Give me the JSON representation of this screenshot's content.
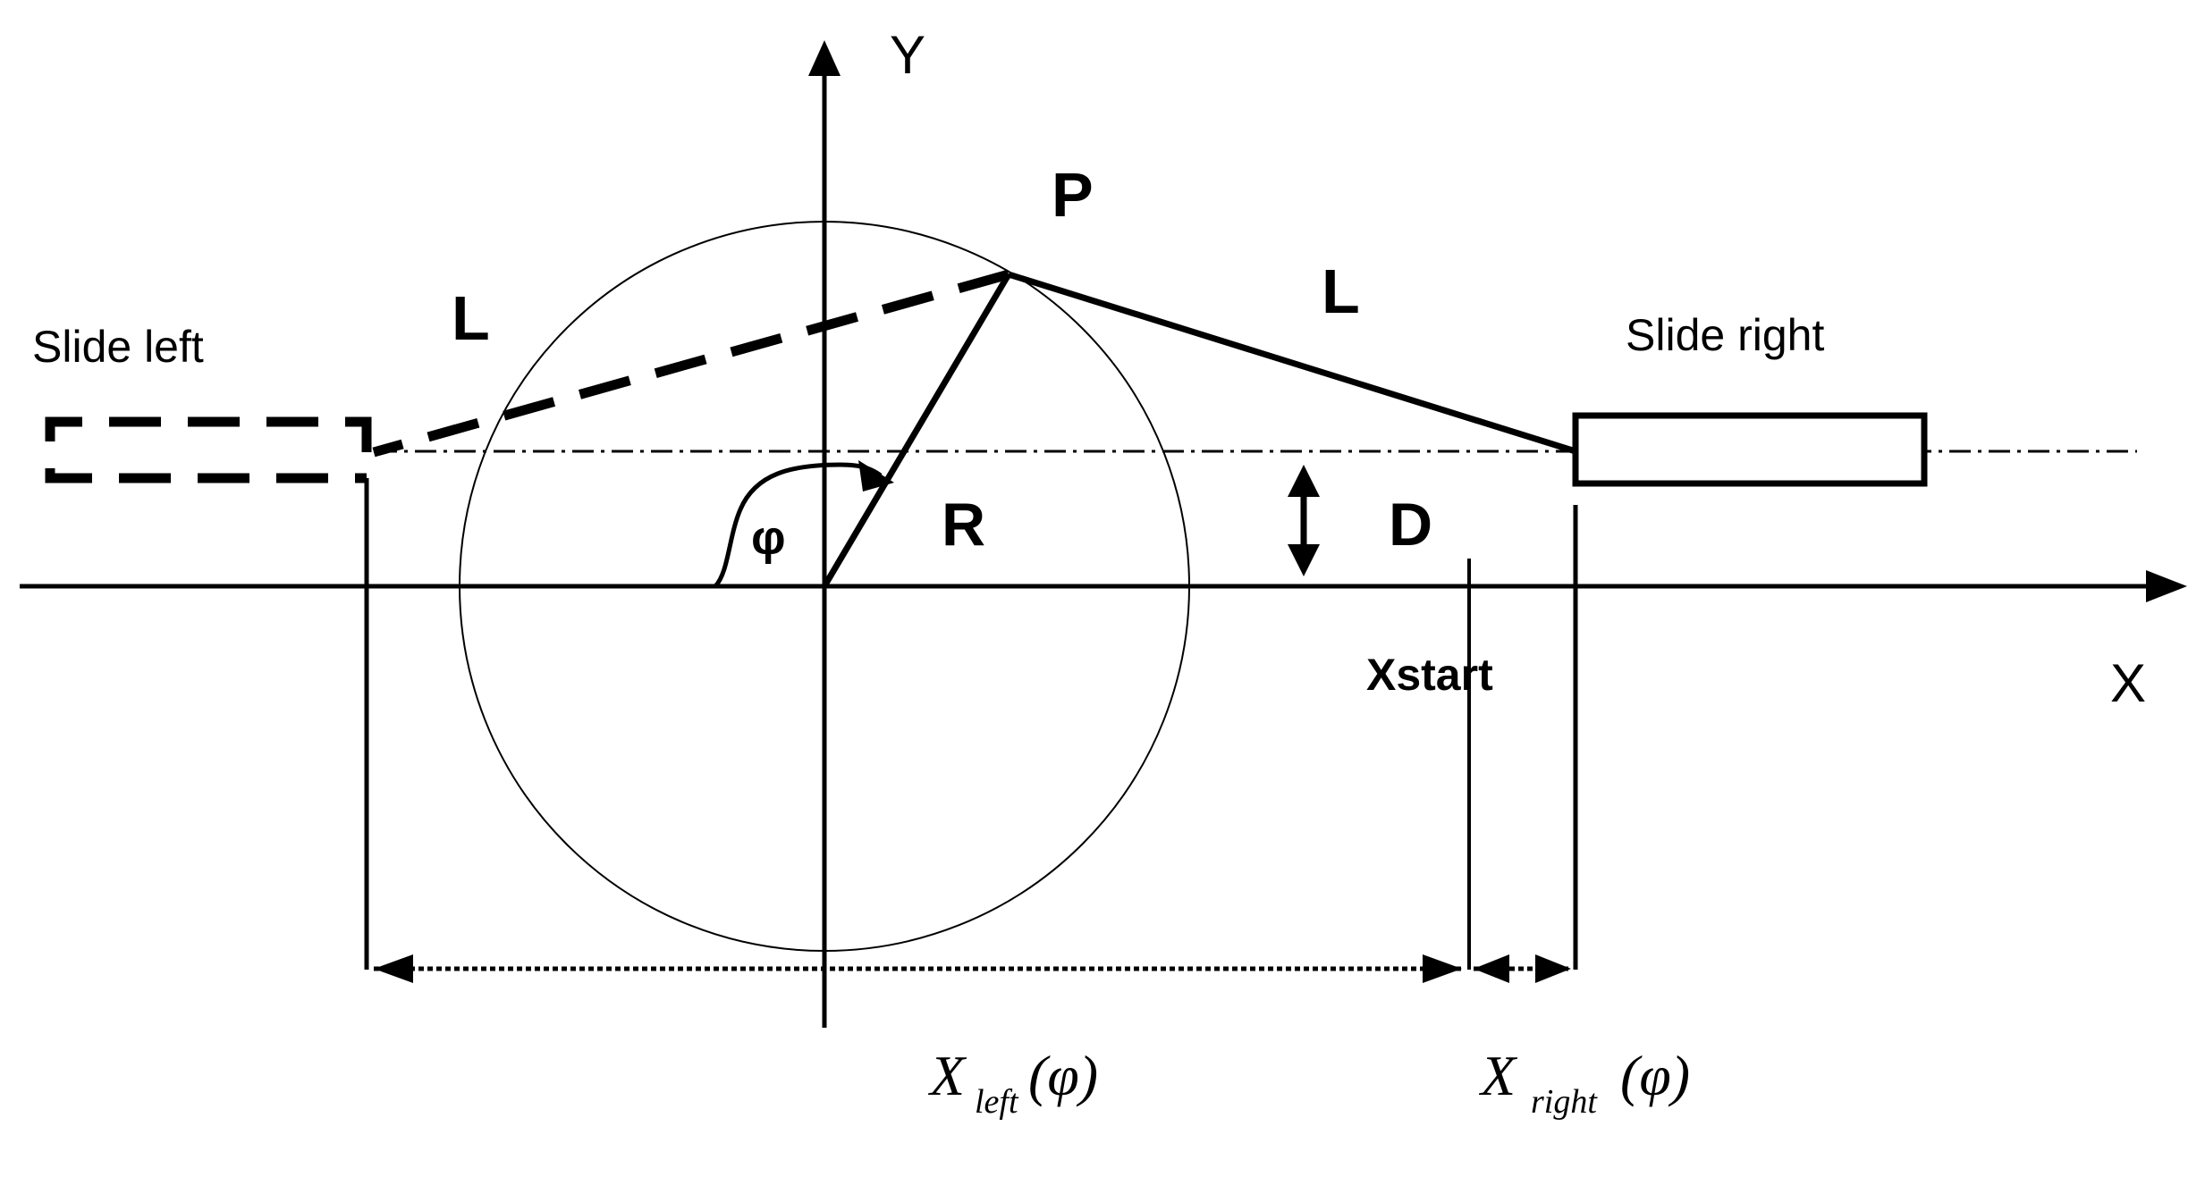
{
  "labels": {
    "y_axis": "Y",
    "x_axis": "X",
    "point": "P",
    "link_left": "L",
    "link_right": "L",
    "radius": "R",
    "offset": "D",
    "angle": "φ",
    "slide_left": "Slide left",
    "slide_right": "Slide right",
    "xstart": "Xstart",
    "x_left_main": "X",
    "x_left_sub": "left",
    "x_left_arg": "(φ)",
    "x_right_main": "X",
    "x_right_sub": "right",
    "x_right_arg": "(φ)"
  },
  "colors": {
    "ink": "#000000",
    "background": "#ffffff"
  }
}
